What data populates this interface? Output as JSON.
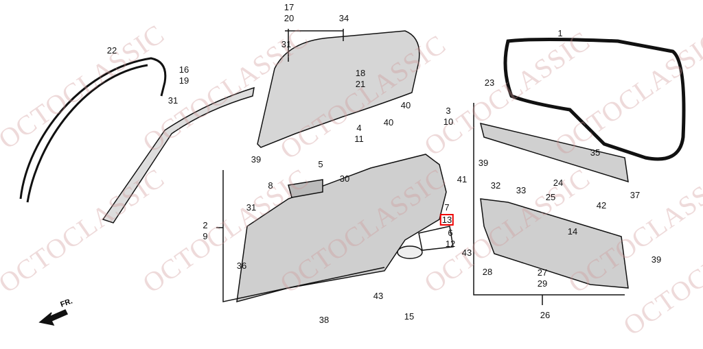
{
  "watermark": "OCTOCLASSIC",
  "direction_label": "FR.",
  "highlight_color": "#e00000",
  "callouts": [
    {
      "id": "22",
      "part": "22"
    },
    {
      "id": "16",
      "part": "16"
    },
    {
      "id": "19",
      "part": "19"
    },
    {
      "id": "31a",
      "part": "31"
    },
    {
      "id": "17",
      "part": "17"
    },
    {
      "id": "20",
      "part": "20"
    },
    {
      "id": "34",
      "part": "34"
    },
    {
      "id": "31b",
      "part": "31"
    },
    {
      "id": "18",
      "part": "18"
    },
    {
      "id": "21",
      "part": "21"
    },
    {
      "id": "40a",
      "part": "40"
    },
    {
      "id": "40b",
      "part": "40"
    },
    {
      "id": "3",
      "part": "3"
    },
    {
      "id": "10",
      "part": "10"
    },
    {
      "id": "4",
      "part": "4"
    },
    {
      "id": "11",
      "part": "11"
    },
    {
      "id": "39a",
      "part": "39"
    },
    {
      "id": "5",
      "part": "5"
    },
    {
      "id": "30",
      "part": "30"
    },
    {
      "id": "8",
      "part": "8"
    },
    {
      "id": "31c",
      "part": "31"
    },
    {
      "id": "2",
      "part": "2"
    },
    {
      "id": "9",
      "part": "9"
    },
    {
      "id": "36",
      "part": "36"
    },
    {
      "id": "7",
      "part": "7"
    },
    {
      "id": "13",
      "part": "13",
      "highlighted": true
    },
    {
      "id": "6",
      "part": "6"
    },
    {
      "id": "12",
      "part": "12"
    },
    {
      "id": "41",
      "part": "41"
    },
    {
      "id": "43a",
      "part": "43"
    },
    {
      "id": "43b",
      "part": "43"
    },
    {
      "id": "38",
      "part": "38"
    },
    {
      "id": "15",
      "part": "15"
    },
    {
      "id": "1",
      "part": "1"
    },
    {
      "id": "23",
      "part": "23"
    },
    {
      "id": "39b",
      "part": "39"
    },
    {
      "id": "35",
      "part": "35"
    },
    {
      "id": "24",
      "part": "24"
    },
    {
      "id": "32",
      "part": "32"
    },
    {
      "id": "33",
      "part": "33"
    },
    {
      "id": "25",
      "part": "25"
    },
    {
      "id": "42",
      "part": "42"
    },
    {
      "id": "37",
      "part": "37"
    },
    {
      "id": "14",
      "part": "14"
    },
    {
      "id": "39c",
      "part": "39"
    },
    {
      "id": "28",
      "part": "28"
    },
    {
      "id": "27",
      "part": "27"
    },
    {
      "id": "29",
      "part": "29"
    },
    {
      "id": "26",
      "part": "26"
    }
  ]
}
